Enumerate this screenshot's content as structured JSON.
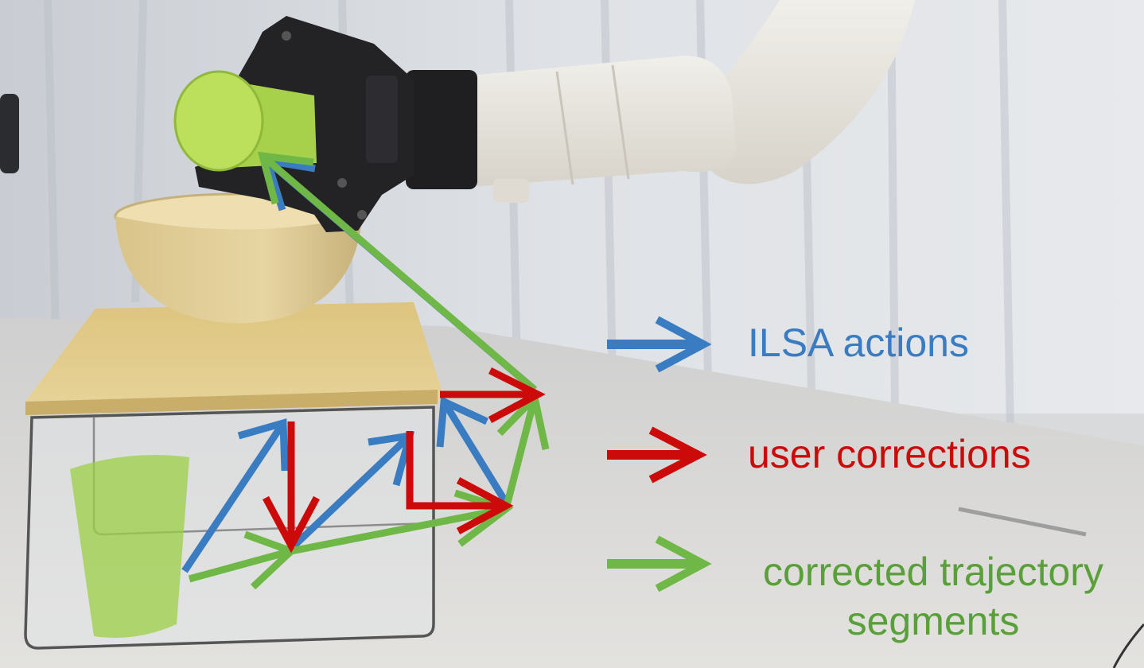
{
  "legend": {
    "ilsa_label": "ILSA actions",
    "user_label": "user corrections",
    "corrected_label": "corrected trajectory segments"
  },
  "colors": {
    "ilsa": "#3a7cc2",
    "user": "#cc0a0a",
    "corrected": "#6fb847"
  },
  "scene_objects": [
    "robot-arm",
    "gripper",
    "green-cup-held",
    "wooden-bowl",
    "wooden-board",
    "glass-box",
    "green-cup-transparent",
    "table"
  ]
}
